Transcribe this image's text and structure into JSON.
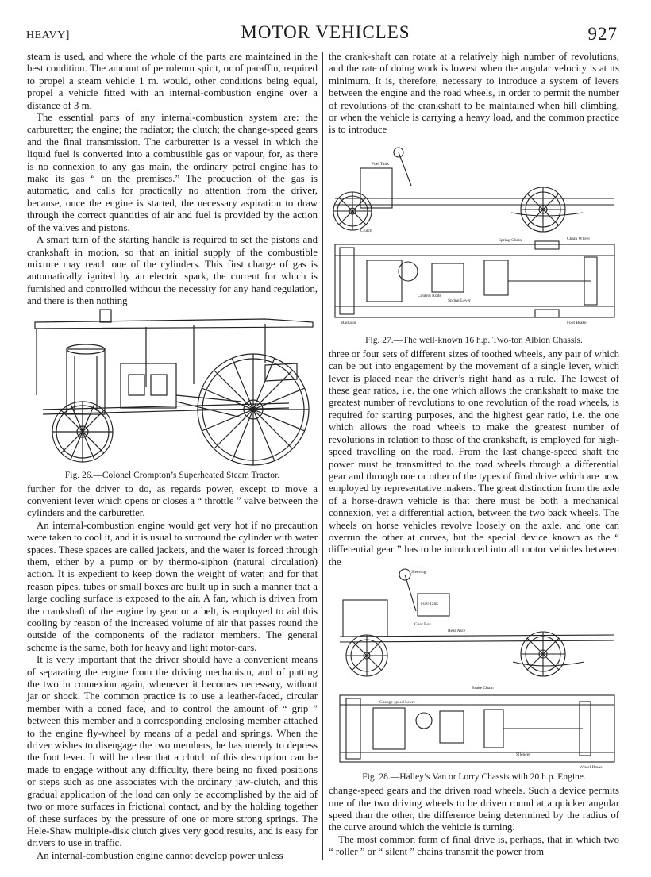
{
  "header": {
    "section": "HEAVY]",
    "title": "MOTOR VEHICLES",
    "page_number": "927"
  },
  "left": {
    "p1": "steam is used, and where the whole of the parts are maintained in the best condition. The amount of petroleum spirit, or of paraffin, required to propel a steam vehicle 1 m. would, other conditions being equal, propel a vehicle fitted with an internal-combustion engine over a distance of 3 m.",
    "p2": "The essential parts of any internal-combustion system are: the carburetter; the engine; the radiator; the clutch; the change-speed gears and the final transmission. The carburetter is a vessel in which the liquid fuel is converted into a combustible gas or vapour, for, as there is no connexion to any gas main, the ordinary petrol engine has to make its gas “ on the premises.” The production of the gas is automatic, and calls for practically no attention from the driver, because, once the engine is started, the necessary aspiration to draw through the correct quantities of air and fuel is provided by the action of the valves and pistons.",
    "p3": "A smart turn of the starting handle is required to set the pistons and crankshaft in motion, so that an initial supply of the combustible mixture may reach one of the cylinders. This first charge of gas is automatically ignited by an electric spark, the current for which is furnished and controlled without the necessity for any hand regulation, and there is then nothing",
    "fig26_caption": "Fig. 26.—Colonel Crompton’s Superheated Steam Tractor.",
    "p4": "further for the driver to do, as regards power, except to move a convenient lever which opens or closes a “ throttle ” valve between the cylinders and the carburetter.",
    "p5": "An internal-combustion engine would get very hot if no precaution were taken to cool it, and it is usual to surround the cylinder with water spaces. These spaces are called jackets, and the water is forced through them, either by a pump or by thermo-siphon (natural circulation) action. It is expedient to keep down the weight of water, and for that reason pipes, tubes or small boxes are built up in such a manner that a large cooling surface is exposed to the air. A fan, which is driven from the crankshaft of the engine by gear or a belt, is employed to aid this cooling by reason of the increased volume of air that passes round the outside of the components of the radiator members. The general scheme is the same, both for heavy and light motor-cars.",
    "p6": "It is very important that the driver should have a convenient means of separating the engine from the driving mechanism, and of putting the two in connexion again, whenever it becomes necessary, without jar or shock. The common practice is to use a leather-faced, circular member with a coned face, and to control the amount of “ grip ” between this member and a corresponding enclosing member attached to the engine fly-wheel by means of a pedal and springs. When the driver wishes to disengage the two members, he has merely to depress the foot lever. It will be clear that a clutch of this description can be made to engage without any difficulty, there being no fixed positions or steps such as one associates with the ordinary jaw-clutch, and this gradual application of the load can only be accomplished by the aid of two or more surfaces in frictional contact, and by the holding together of these surfaces by the pressure of one or more strong springs. The Hele-Shaw multiple-disk clutch gives very good results, and is easy for drivers to use in traffic.",
    "p7": "An internal-combustion engine cannot develop power unless"
  },
  "right": {
    "p1": "the crank-shaft can rotate at a relatively high number of revolutions, and the rate of doing work is lowest when the angular velocity is at its minimum. It is, therefore, necessary to introduce a system of levers between the engine and the road wheels, in order to permit the number of revolutions of the crankshaft to be maintained when hill climbing, or when the vehicle is carrying a heavy load, and the common practice is to introduce",
    "fig27_caption": "Fig. 27.—The well-known 16 h.p. Two-ton Albion Chassis.",
    "p2": "three or four sets of different sizes of toothed wheels, any pair of which can be put into engagement by the movement of a single lever, which lever is placed near the driver’s right hand as a rule. The lowest of these gear ratios, i.e. the one which allows the crankshaft to make the greatest number of revolutions to one revolution of the road wheels, is required for starting purposes, and the highest gear ratio, i.e. the one which allows the road wheels to make the greatest number of revolutions in relation to those of the crankshaft, is employed for high-speed travelling on the road. From the last change-speed shaft the power must be transmitted to the road wheels through a differential gear and through one or other of the types of final drive which are now employed by representative makers. The great distinction from the axle of a horse-drawn vehicle is that there must be both a mechanical connexion, yet a differential action, between the two back wheels. The wheels on horse vehicles revolve loosely on the axle, and one can overrun the other at curves, but the special device known as the “ differential gear ” has to be introduced into all motor vehicles between the",
    "fig28_caption": "Fig. 28.—Halley’s Van or Lorry Chassis with 20 h.p. Engine.",
    "p3": "change-speed gears and the driven road wheels. Such a device permits one of the two driving wheels to be driven round at a quicker angular speed than the other, the difference being determined by the radius of the curve around which the vehicle is turning.",
    "p4": "The most common form of final drive is, perhaps, that in which two “ roller ” or “ silent ” chains transmit the power from"
  },
  "fig27_labels": {
    "fuel_tank": "Fuel Tank",
    "clutch": "Clutch",
    "spring_chain": "Spring Chain",
    "chain_wheel": "Chain Wheel",
    "spring_lever": "Spring Lever",
    "control_rods": "Control Rods",
    "radiator": "Radiator",
    "foot_brake": "Foot Brake"
  },
  "fig28_labels": {
    "steering": "Steering",
    "fuel_tank": "Fuel Tank",
    "gear_box": "Gear Box",
    "rear_axle": "Rear Axle",
    "brake_chain": "Brake Chain",
    "change_speed_lever": "Change speed Lever",
    "silencer": "Silencer",
    "wheel_brake": "Wheel Brake"
  }
}
